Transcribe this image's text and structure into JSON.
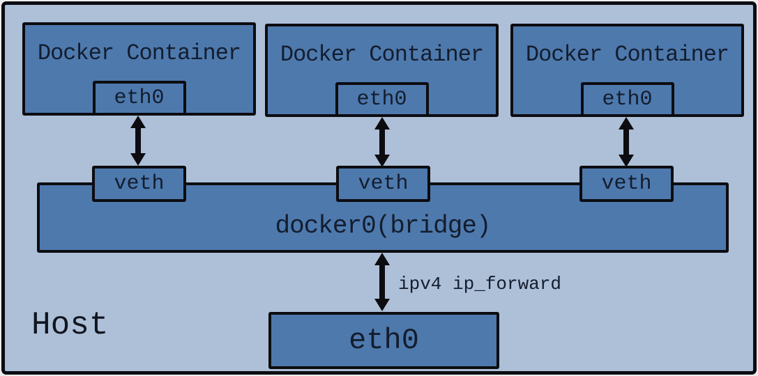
{
  "diagram": {
    "host_label": "Host",
    "containers": [
      {
        "title": "Docker Container",
        "interface_label": "eth0"
      },
      {
        "title": "Docker Container",
        "interface_label": "eth0"
      },
      {
        "title": "Docker Container",
        "interface_label": "eth0"
      }
    ],
    "veth_labels": [
      "veth",
      "veth",
      "veth"
    ],
    "bridge_label": "docker0(bridge)",
    "forward_label": "ipv4 ip_forward",
    "host_interface_label": "eth0",
    "colors": {
      "canvas_background": "#aec0d8",
      "node_fill": "#4e79ad",
      "border": "#0c0c10",
      "text": "#131d2e"
    }
  }
}
